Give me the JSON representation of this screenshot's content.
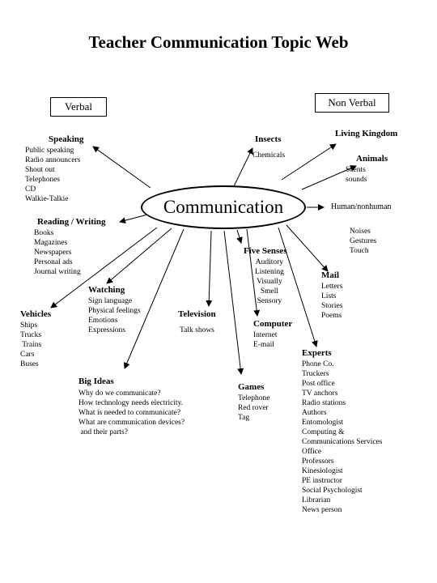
{
  "title": "Teacher Communication Topic Web",
  "legend": {
    "verbal": "Verbal",
    "nonverbal": "Non Verbal"
  },
  "hub": "Communication",
  "nodes": {
    "speaking": {
      "title": "Speaking",
      "items": [
        "Public speaking",
        "Radio announcers",
        "Shout out",
        "Telephones",
        "CD",
        "Walkie-Talkie"
      ]
    },
    "reading": {
      "title": "Reading / Writing",
      "items": [
        "Books",
        "Magazines",
        "Newspapers",
        "Personal ads",
        "Journal writing"
      ]
    },
    "insects": {
      "title": "Insects",
      "items": [
        "Chemicals"
      ]
    },
    "living": {
      "title": "Living Kingdom"
    },
    "animals": {
      "title": "Animals",
      "items": [
        "Scents",
        "sounds"
      ]
    },
    "human": {
      "title": "Human/nonhuman",
      "items": [
        "Noises",
        "Gestures",
        "Touch"
      ]
    },
    "five_senses": {
      "title": "Five Senses",
      "items": [
        "Auditory",
        "Listening",
        "Visually",
        "Smell",
        "Sensory"
      ]
    },
    "mail": {
      "title": "Mail",
      "items": [
        "Letters",
        "Lists",
        "Stories",
        "Poems"
      ]
    },
    "watching": {
      "title": "Watching",
      "items": [
        "Sign language",
        "Physical feelings",
        "Emotions",
        "Expressions"
      ]
    },
    "vehicles": {
      "title": "Vehicles",
      "items": [
        "Ships",
        "Trucks",
        " Trains",
        "Cars",
        "Buses"
      ]
    },
    "television": {
      "title": "Television",
      "items": [
        "Talk shows"
      ]
    },
    "computer": {
      "title": "Computer",
      "items": [
        "Internet",
        "E-mail"
      ]
    },
    "experts": {
      "title": "Experts",
      "items": [
        "Phone Co.",
        "Truckers",
        "Post office",
        "TV anchors",
        "Radio stations",
        "Authors",
        "Entomologist",
        "Computing &",
        "Communications Services",
        "Office",
        "Professors",
        "Kinesiologist",
        "PE instructor",
        "Social Psychologist",
        "Librarian",
        "News person"
      ]
    },
    "big_ideas": {
      "title": "Big Ideas",
      "items": [
        "Why do we communicate?",
        "How technology needs electricity.",
        "What is needed to communicate?",
        "What are communication devices?",
        " and their parts?"
      ]
    },
    "games": {
      "title": "Games",
      "items": [
        "Telephone",
        "Red rover",
        "Tag"
      ]
    }
  }
}
